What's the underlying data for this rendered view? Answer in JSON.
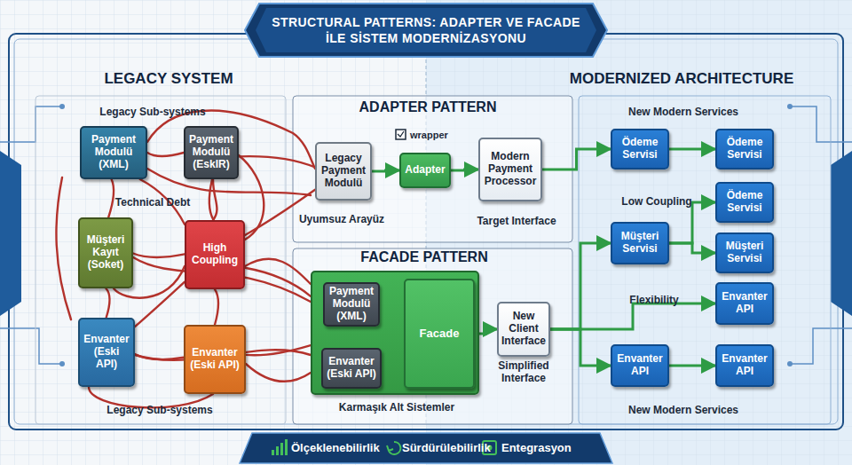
{
  "diagram": {
    "title": "STRUCTURAL PATTERNS: ADAPTER VE FACADE İLE SİSTEM MODERNİZASYONU",
    "nodes": [
      {
        "text": [
          "Payment Modulü (XML)"
        ]
      },
      {
        "text": [
          "Payment Modulü (EskIR)"
        ]
      },
      {
        "text": [
          "Müşteri Kayıt (Soket)"
        ]
      },
      {
        "text": [
          "High Coupling"
        ]
      },
      {
        "text": [
          "Envanter (Eski API)"
        ]
      },
      {
        "text": [
          "Envanter (Eski API)"
        ]
      },
      {
        "text": [
          "Legacy Payment Modulü"
        ]
      },
      {
        "text": [
          "Adapter"
        ]
      },
      {
        "text": [
          "Modern Payment Processor"
        ]
      },
      {
        "text": [
          "Karmaşık Alt Sistemler"
        ]
      },
      {
        "text": [
          "Payment Modulü (XML)"
        ],
        "in": 9
      },
      {
        "text": [
          "Envanter (Eski API)"
        ],
        "in": 9
      },
      {
        "text": [
          "Facade"
        ],
        "in": 9
      },
      {
        "text": [
          "New Client Interface"
        ]
      },
      {
        "text": [
          "Ödeme Servisi"
        ]
      },
      {
        "text": [
          "Ödeme Servisi"
        ]
      },
      {
        "text": [
          "Ödeme Servisi"
        ]
      },
      {
        "text": [
          "Müşteri Servisi"
        ]
      },
      {
        "text": [
          "Müşteri Servisi"
        ]
      },
      {
        "text": [
          "Envanter API"
        ]
      },
      {
        "text": [
          "Envanter API"
        ]
      },
      {
        "text": [
          "Envanter API"
        ]
      }
    ],
    "edges": [
      {
        "from": 0,
        "to": 1,
        "arrow": "none"
      },
      {
        "from": 0,
        "to": 3,
        "arrow": "none"
      },
      {
        "from": 1,
        "to": 3,
        "arrow": "none"
      },
      {
        "from": 0,
        "to": 2,
        "arrow": "none"
      },
      {
        "from": 2,
        "to": 3,
        "arrow": "none"
      },
      {
        "from": 2,
        "to": 4,
        "arrow": "none"
      },
      {
        "from": 4,
        "to": 3,
        "arrow": "none"
      },
      {
        "from": 5,
        "to": 3,
        "arrow": "none"
      },
      {
        "from": 4,
        "to": 5,
        "arrow": "none"
      },
      {
        "from": 1,
        "to": 6,
        "arrow": "none"
      },
      {
        "from": 3,
        "to": 6,
        "arrow": "none"
      },
      {
        "from": 3,
        "to": 9,
        "arrow": "none"
      },
      {
        "from": 5,
        "to": 9,
        "arrow": "none"
      },
      {
        "from": 6,
        "to": 7,
        "arrow": "to"
      },
      {
        "from": 7,
        "to": 8,
        "arrow": "to"
      },
      {
        "from": 8,
        "to": 14,
        "arrow": "to"
      },
      {
        "from": 14,
        "to": 15,
        "arrow": "to"
      },
      {
        "from": 12,
        "to": 13,
        "arrow": "to"
      },
      {
        "from": 13,
        "to": 17,
        "arrow": "to"
      },
      {
        "from": 13,
        "to": 19,
        "arrow": "to"
      },
      {
        "from": 13,
        "to": 20,
        "arrow": "to"
      },
      {
        "from": 17,
        "to": 16,
        "arrow": "to"
      },
      {
        "from": 17,
        "to": 18,
        "arrow": "to"
      },
      {
        "from": 20,
        "to": 21,
        "arrow": "to"
      }
    ],
    "labels": [
      "LEGACY SYSTEM",
      "Legacy Sub-systems",
      "Technical Debt",
      "Legacy Sub-systems",
      "ADAPTER PATTERN",
      "wrapper",
      "Uyumsuz Arayüz",
      "Target Interface",
      "FACADE PATTERN",
      "Simplified Interface",
      "MODERNIZED ARCHITECTURE",
      "New Modern Services",
      "Low Coupling",
      "Flexibility",
      "New Modern Services",
      "Ölçeklenebilirlik",
      "Sürdürülebilirlik",
      "Entegrasyon"
    ]
  }
}
